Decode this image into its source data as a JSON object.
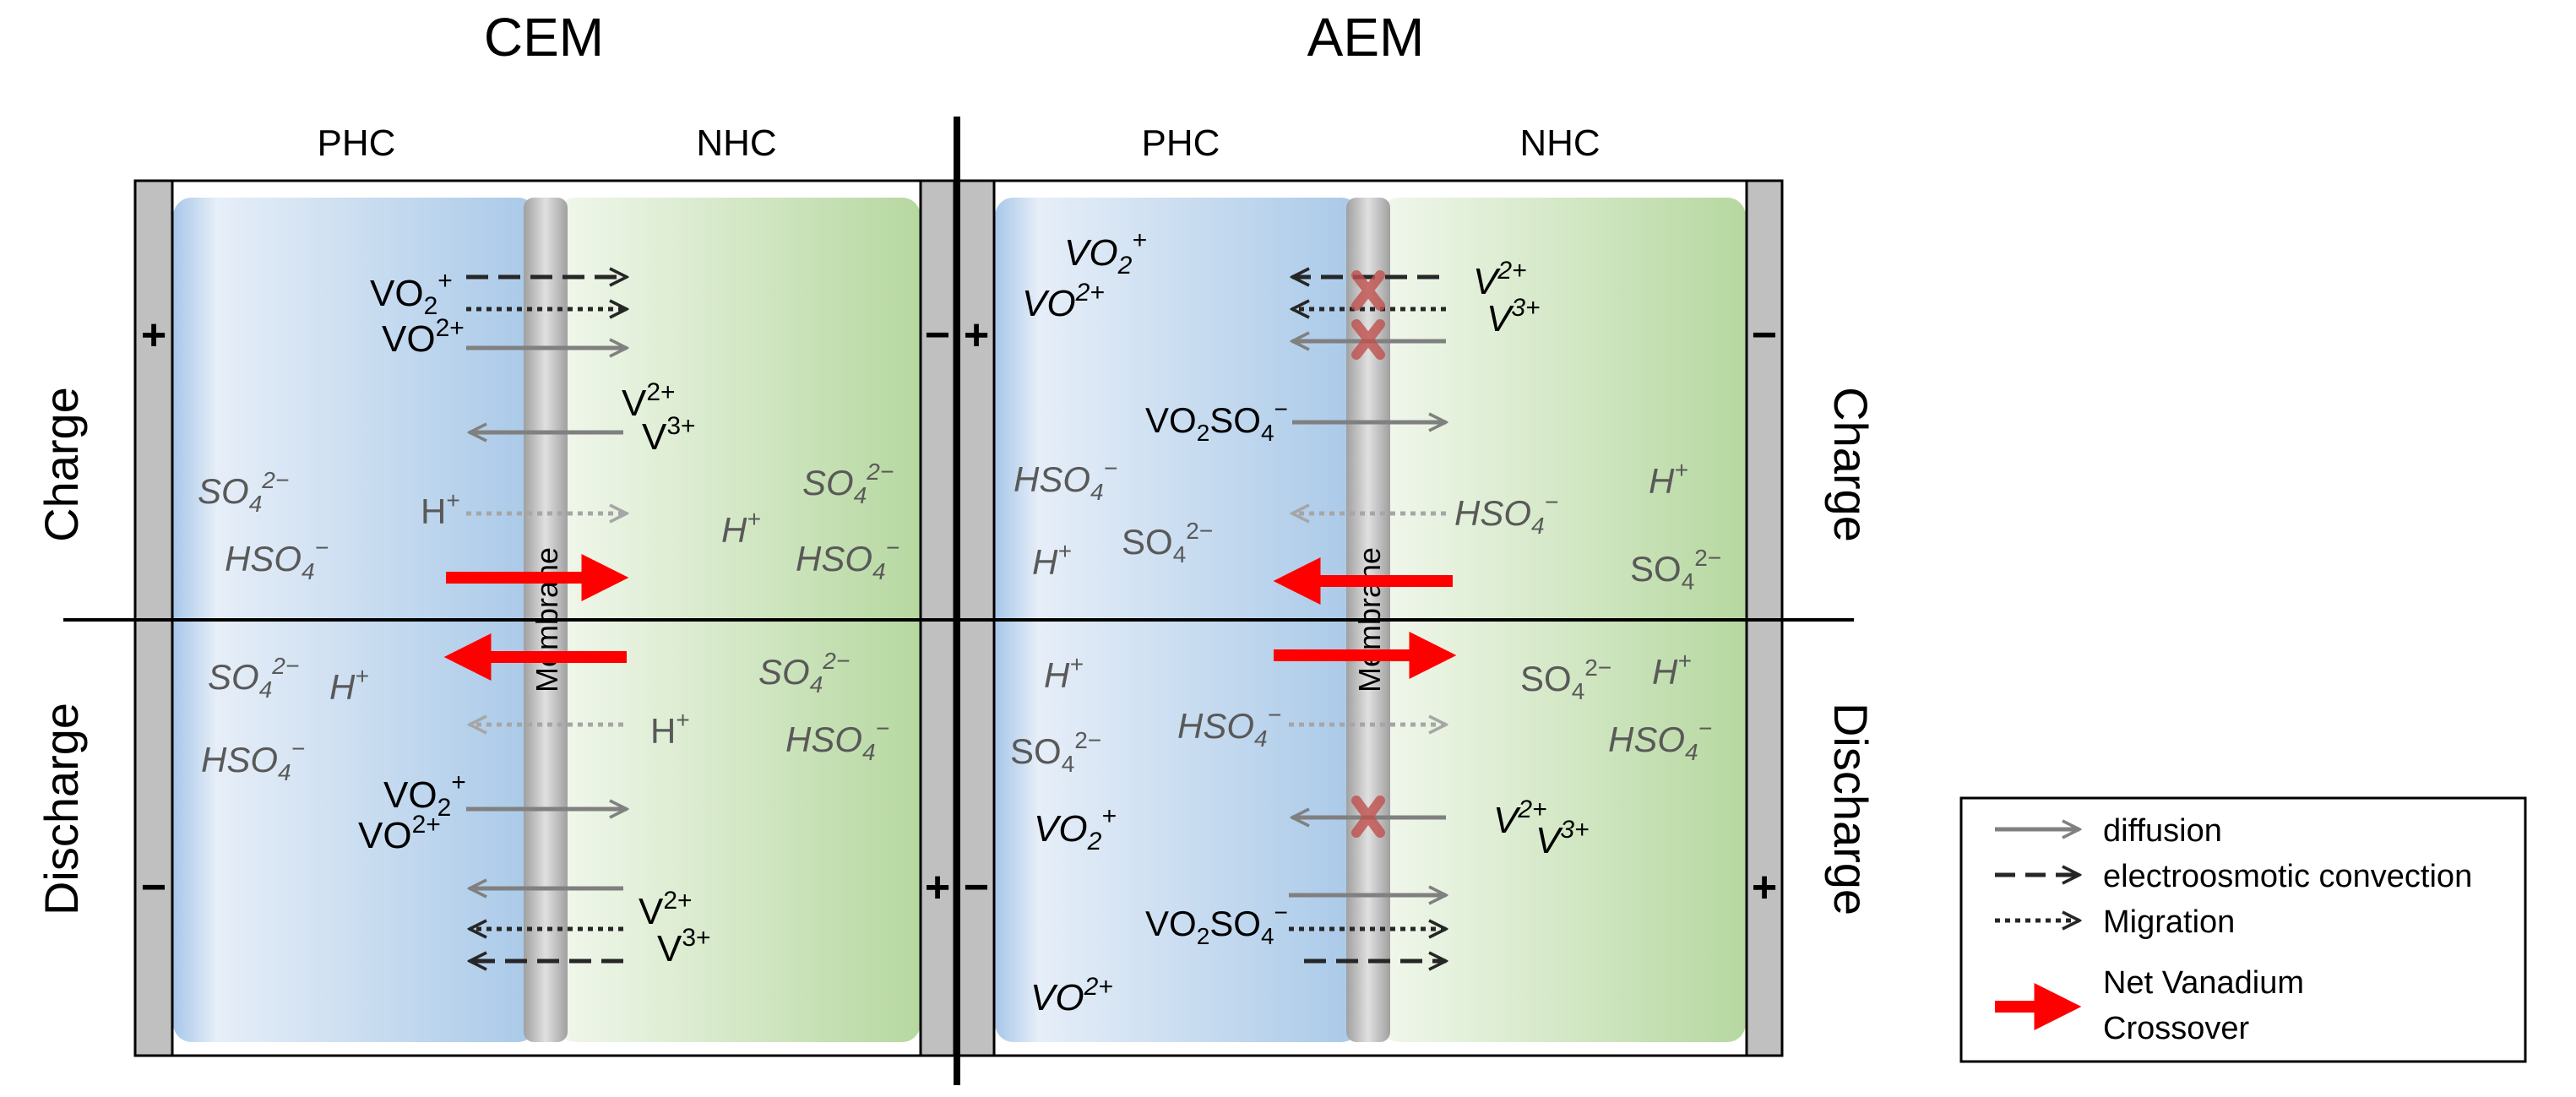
{
  "titles": {
    "cem": "CEM",
    "aem": "AEM"
  },
  "half_cells": {
    "phc": "PHC",
    "nhc": "NHC"
  },
  "modes": {
    "charge": "Charge",
    "discharge": "Discharge"
  },
  "membrane_label": "Membrane",
  "polarity": {
    "plus": "+",
    "minus": "−"
  },
  "ions": {
    "vo2_plus": {
      "base": "VO",
      "sub": "2",
      "sup": "+"
    },
    "vo_2plus": {
      "base": "VO",
      "sup": "2+"
    },
    "v_2plus": {
      "base": "V",
      "sup": "2+"
    },
    "v_3plus": {
      "base": "V",
      "sup": "3+"
    },
    "h_plus": {
      "base": "H",
      "sup": "+"
    },
    "so4": {
      "base": "SO",
      "sub": "4",
      "sup": "2−"
    },
    "hso4": {
      "base": "HSO",
      "sub": "4",
      "sup": "−"
    },
    "vo2so4": {
      "base": "VO",
      "sub": "2",
      "mid": "SO",
      "sub2": "4",
      "sup": "−"
    }
  },
  "legend": {
    "diffusion": "diffusion",
    "electroosmotic": "electroosmotic convection",
    "migration": "Migration",
    "net_line1": "Net Vanadium",
    "net_line2": "Crossover"
  },
  "colors": {
    "phc_fill": "#a9c9e8",
    "nhc_fill": "#b6d7a0",
    "membrane": "#c8c8c8",
    "electrode": "#c0c0c0",
    "diffusion_arrow": "#808080",
    "migration_light": "#a6a6a6",
    "dark_arrow": "#262626",
    "net_crossover": "#ff0000",
    "blocked_mark": "#c0504d"
  }
}
